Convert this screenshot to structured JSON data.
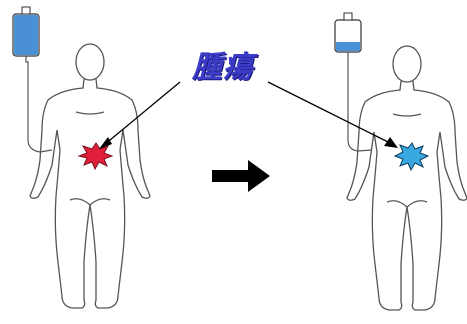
{
  "label": {
    "text": "腫瘍",
    "color": "#3c3cc8"
  },
  "figures": [
    {
      "name": "before",
      "iv_fluid": "#4a90d6",
      "iv_level": 1.0,
      "tumor_fill": "#e0203a",
      "tumor_stroke": "#7a1020"
    },
    {
      "name": "after",
      "iv_fluid": "#4a90d6",
      "iv_level": 0.3,
      "tumor_fill": "#3aa8e0",
      "tumor_stroke": "#0a3a60"
    }
  ],
  "colors": {
    "outline": "#555555",
    "arrow": "#000000",
    "bag_border": "#333333",
    "tube": "#555555"
  }
}
